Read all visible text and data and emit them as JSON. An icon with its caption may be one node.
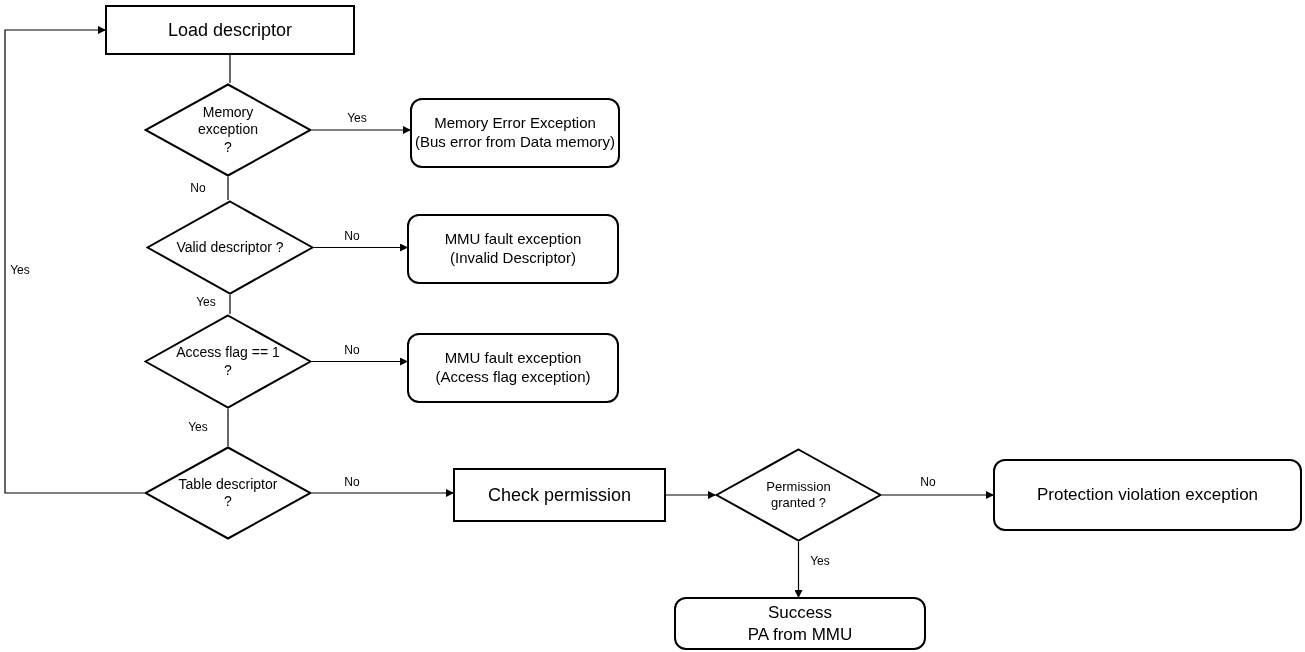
{
  "diagram": {
    "nodes": [
      {
        "text": [
          "Load descriptor"
        ]
      },
      {
        "text": [
          "Memory exception ?"
        ]
      },
      {
        "text": [
          "Memory Error Exception",
          "(Bus error from Data memory)"
        ]
      },
      {
        "text": [
          "Valid descriptor ?"
        ]
      },
      {
        "text": [
          "MMU fault exception",
          "(Invalid Descriptor)"
        ]
      },
      {
        "text": [
          "Access flag == 1 ?"
        ]
      },
      {
        "text": [
          "MMU fault exception",
          "(Access flag exception)"
        ]
      },
      {
        "text": [
          "Table descriptor ?"
        ]
      },
      {
        "text": [
          "Check permission"
        ]
      },
      {
        "text": [
          "Permission granted ?"
        ]
      },
      {
        "text": [
          "Protection violation exception"
        ]
      },
      {
        "text": [
          "Success",
          "PA from MMU"
        ]
      }
    ],
    "edges": [
      {
        "from": 0,
        "to": 1,
        "arrow": "none"
      },
      {
        "from": 1,
        "to": 2,
        "arrow": "to",
        "label": "Yes"
      },
      {
        "from": 1,
        "to": 3,
        "arrow": "none",
        "label": "No"
      },
      {
        "from": 3,
        "to": 4,
        "arrow": "to",
        "label": "No"
      },
      {
        "from": 3,
        "to": 5,
        "arrow": "none",
        "label": "Yes"
      },
      {
        "from": 5,
        "to": 6,
        "arrow": "to",
        "label": "No"
      },
      {
        "from": 5,
        "to": 7,
        "arrow": "none",
        "label": "Yes"
      },
      {
        "from": 7,
        "to": 8,
        "arrow": "to",
        "label": "No"
      },
      {
        "from": 8,
        "to": 9,
        "arrow": "to"
      },
      {
        "from": 9,
        "to": 10,
        "arrow": "to",
        "label": "No"
      },
      {
        "from": 9,
        "to": 11,
        "arrow": "to",
        "label": "Yes"
      },
      {
        "from": 7,
        "to": 0,
        "arrow": "to",
        "label": "Yes"
      }
    ]
  }
}
